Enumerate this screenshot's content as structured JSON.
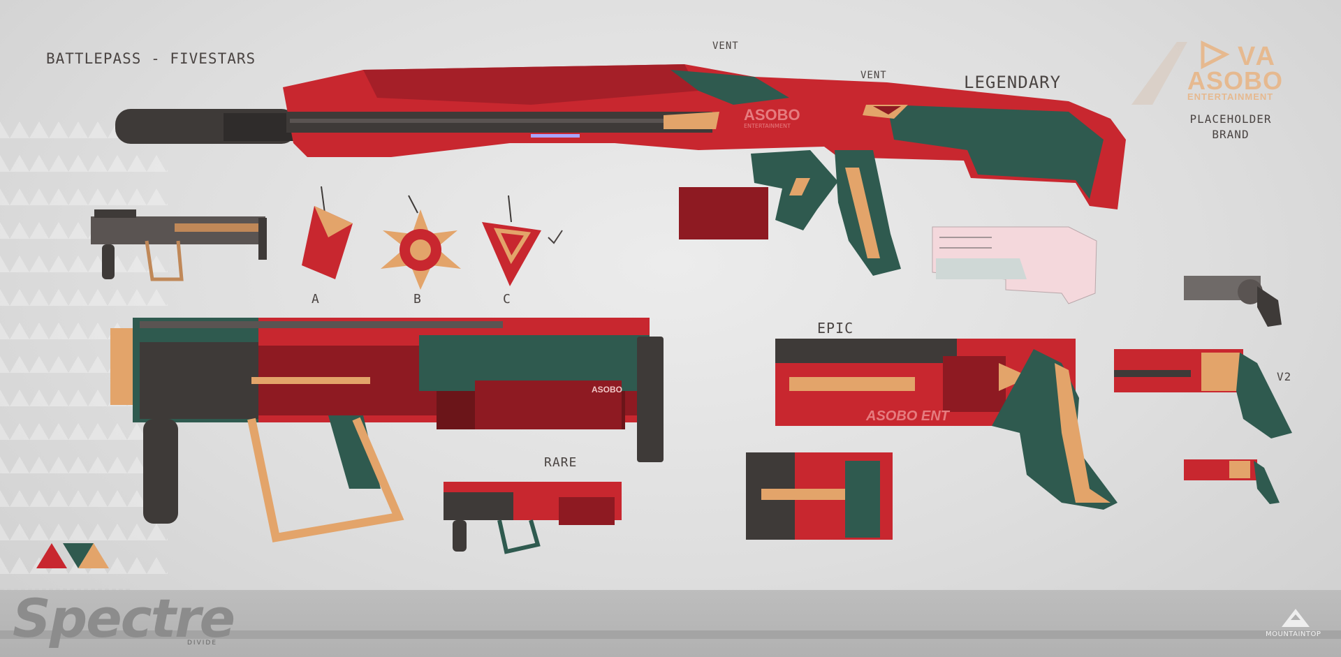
{
  "sheet": {
    "title": "BATTLEPASS - FIVESTARS",
    "notes": {
      "vent_top": "VENT",
      "vent_mid": "VENT",
      "legendary": "LEGENDARY",
      "epic": "EPIC",
      "rare": "RARE",
      "v2": "V2",
      "placeholder_line1": "PLACEHOLDER",
      "placeholder_line2": "BRAND",
      "charm_a": "A",
      "charm_b": "B",
      "charm_c": "C"
    },
    "brand": {
      "va": "VA",
      "asobo": "ASOBO",
      "entertainment": "ENTERTAINMENT",
      "weapon_decal_asobo": "ASOBO",
      "weapon_decal_ent": "ENTERTAINMENT",
      "pistol_decal": "ASOBO ENT"
    },
    "footer": {
      "logo": "Spectre",
      "sublogo": "DIVIDE",
      "studio": "MOUNTAINTOP"
    },
    "colors": {
      "red": "#c8272f",
      "dark_red": "#8e1a22",
      "teal": "#2f5a4f",
      "gold": "#e3a46a",
      "charcoal": "#3e3a38",
      "background": "#e2e2e2"
    }
  }
}
